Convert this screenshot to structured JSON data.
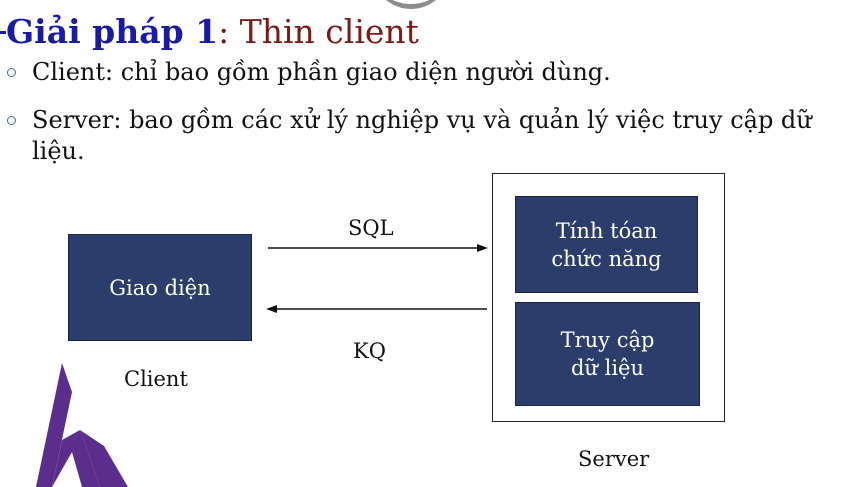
{
  "slide": {
    "title_strong": "Giải pháp 1",
    "title_rest": ": Thin client",
    "bullets": [
      {
        "text": "Client: chỉ bao gồm phần giao diện người dùng."
      },
      {
        "text": "Server: bao gồm các xử lý nghiệp vụ và quản lý việc truy cập dữ liệu."
      }
    ]
  },
  "diagram": {
    "client_box_label": "Giao diện",
    "client_label": "Client",
    "arrow_request_label": "SQL",
    "arrow_response_label": "KQ",
    "server_box_top_label": "Tính tóan chức năng",
    "server_box_bottom_label": "Truy cập dữ liệu",
    "server_label": "Server"
  },
  "colors": {
    "title_strong": "#1a1aa6",
    "title_rest": "#7a1a1a",
    "box_fill": "#2b3d6b",
    "logo": "#5b2d8c",
    "bullet_mark": "#3a6e9a"
  },
  "icons": {
    "bullet": "hollow-circle-bullet-icon",
    "logo": "purple-h-logo-icon"
  }
}
